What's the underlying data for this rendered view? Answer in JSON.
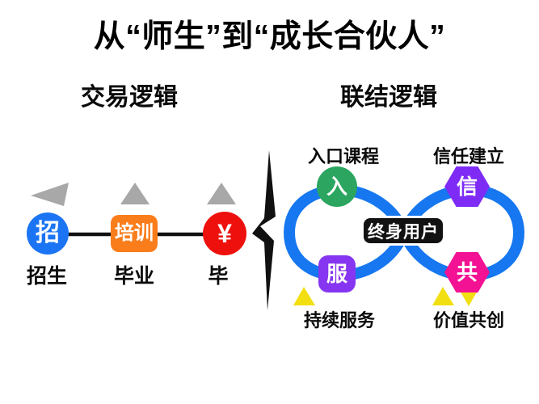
{
  "title": "从“师生”到“成长合伙人”",
  "left_section": {
    "header": "交易逻辑",
    "nodes": [
      {
        "label": "招",
        "caption": "招生"
      },
      {
        "label": "培训",
        "caption": "毕业"
      },
      {
        "label": "¥",
        "caption": "毕"
      }
    ]
  },
  "right_section": {
    "header": "联结逻辑",
    "center_label": "终身用户",
    "nodes": [
      {
        "label": "入",
        "caption": "入口课程"
      },
      {
        "label": "信",
        "caption": "信任建立"
      },
      {
        "label": "服",
        "caption": "持续服务"
      },
      {
        "label": "共",
        "caption": "价值共创"
      }
    ]
  },
  "colors": {
    "enroll_blue": "#1b74f3",
    "training_orange": "#fa7d1c",
    "fee_red": "#ee100d",
    "loop_blue": "#1677f0",
    "entry_green": "#2ba55f",
    "trust_purple": "#7e2cf5",
    "service_purple": "#8636f0",
    "cocreate_pink": "#f31293",
    "arrow_gray": "#a8a8a8",
    "marker_yellow": "#f2df12",
    "center_black": "#121212",
    "connector_black": "#111111"
  }
}
